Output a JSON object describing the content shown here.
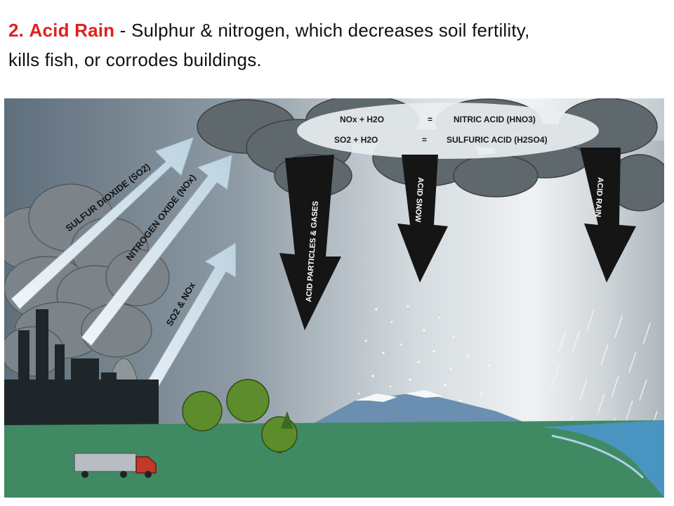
{
  "caption": {
    "number": "2.",
    "title": "Acid Rain",
    "rest_line1": " - Sulphur & nitrogen, which decreases soil fertility,",
    "line2": "kills fish, or corrodes buildings."
  },
  "diagram": {
    "equations": [
      {
        "left": "NOx + H2O",
        "sym": "=",
        "right": "NITRIC ACID (HNO3)"
      },
      {
        "left": "SO2 + H2O",
        "sym": "=",
        "right": "SULFURIC ACID (H2SO4)"
      }
    ],
    "emission_labels": [
      "SULFUR DIOXIDE (SO2)",
      "NITROGEN OXIDE (NOx)",
      "SO2 & NOx"
    ],
    "deposition_labels": [
      "ACID PARTICLES & GASES",
      "ACID SNOW",
      "ACID RAIN"
    ],
    "colors": {
      "sky_dark": "#6f7f8c",
      "sky_light": "#eef1f2",
      "ground": "#3f8a63",
      "water": "#4a94c2",
      "cloud": "#6c7478",
      "arrow_dark": "#151515",
      "arrow_light": "#d6e4ee",
      "truck_cab": "#c0392b"
    }
  }
}
